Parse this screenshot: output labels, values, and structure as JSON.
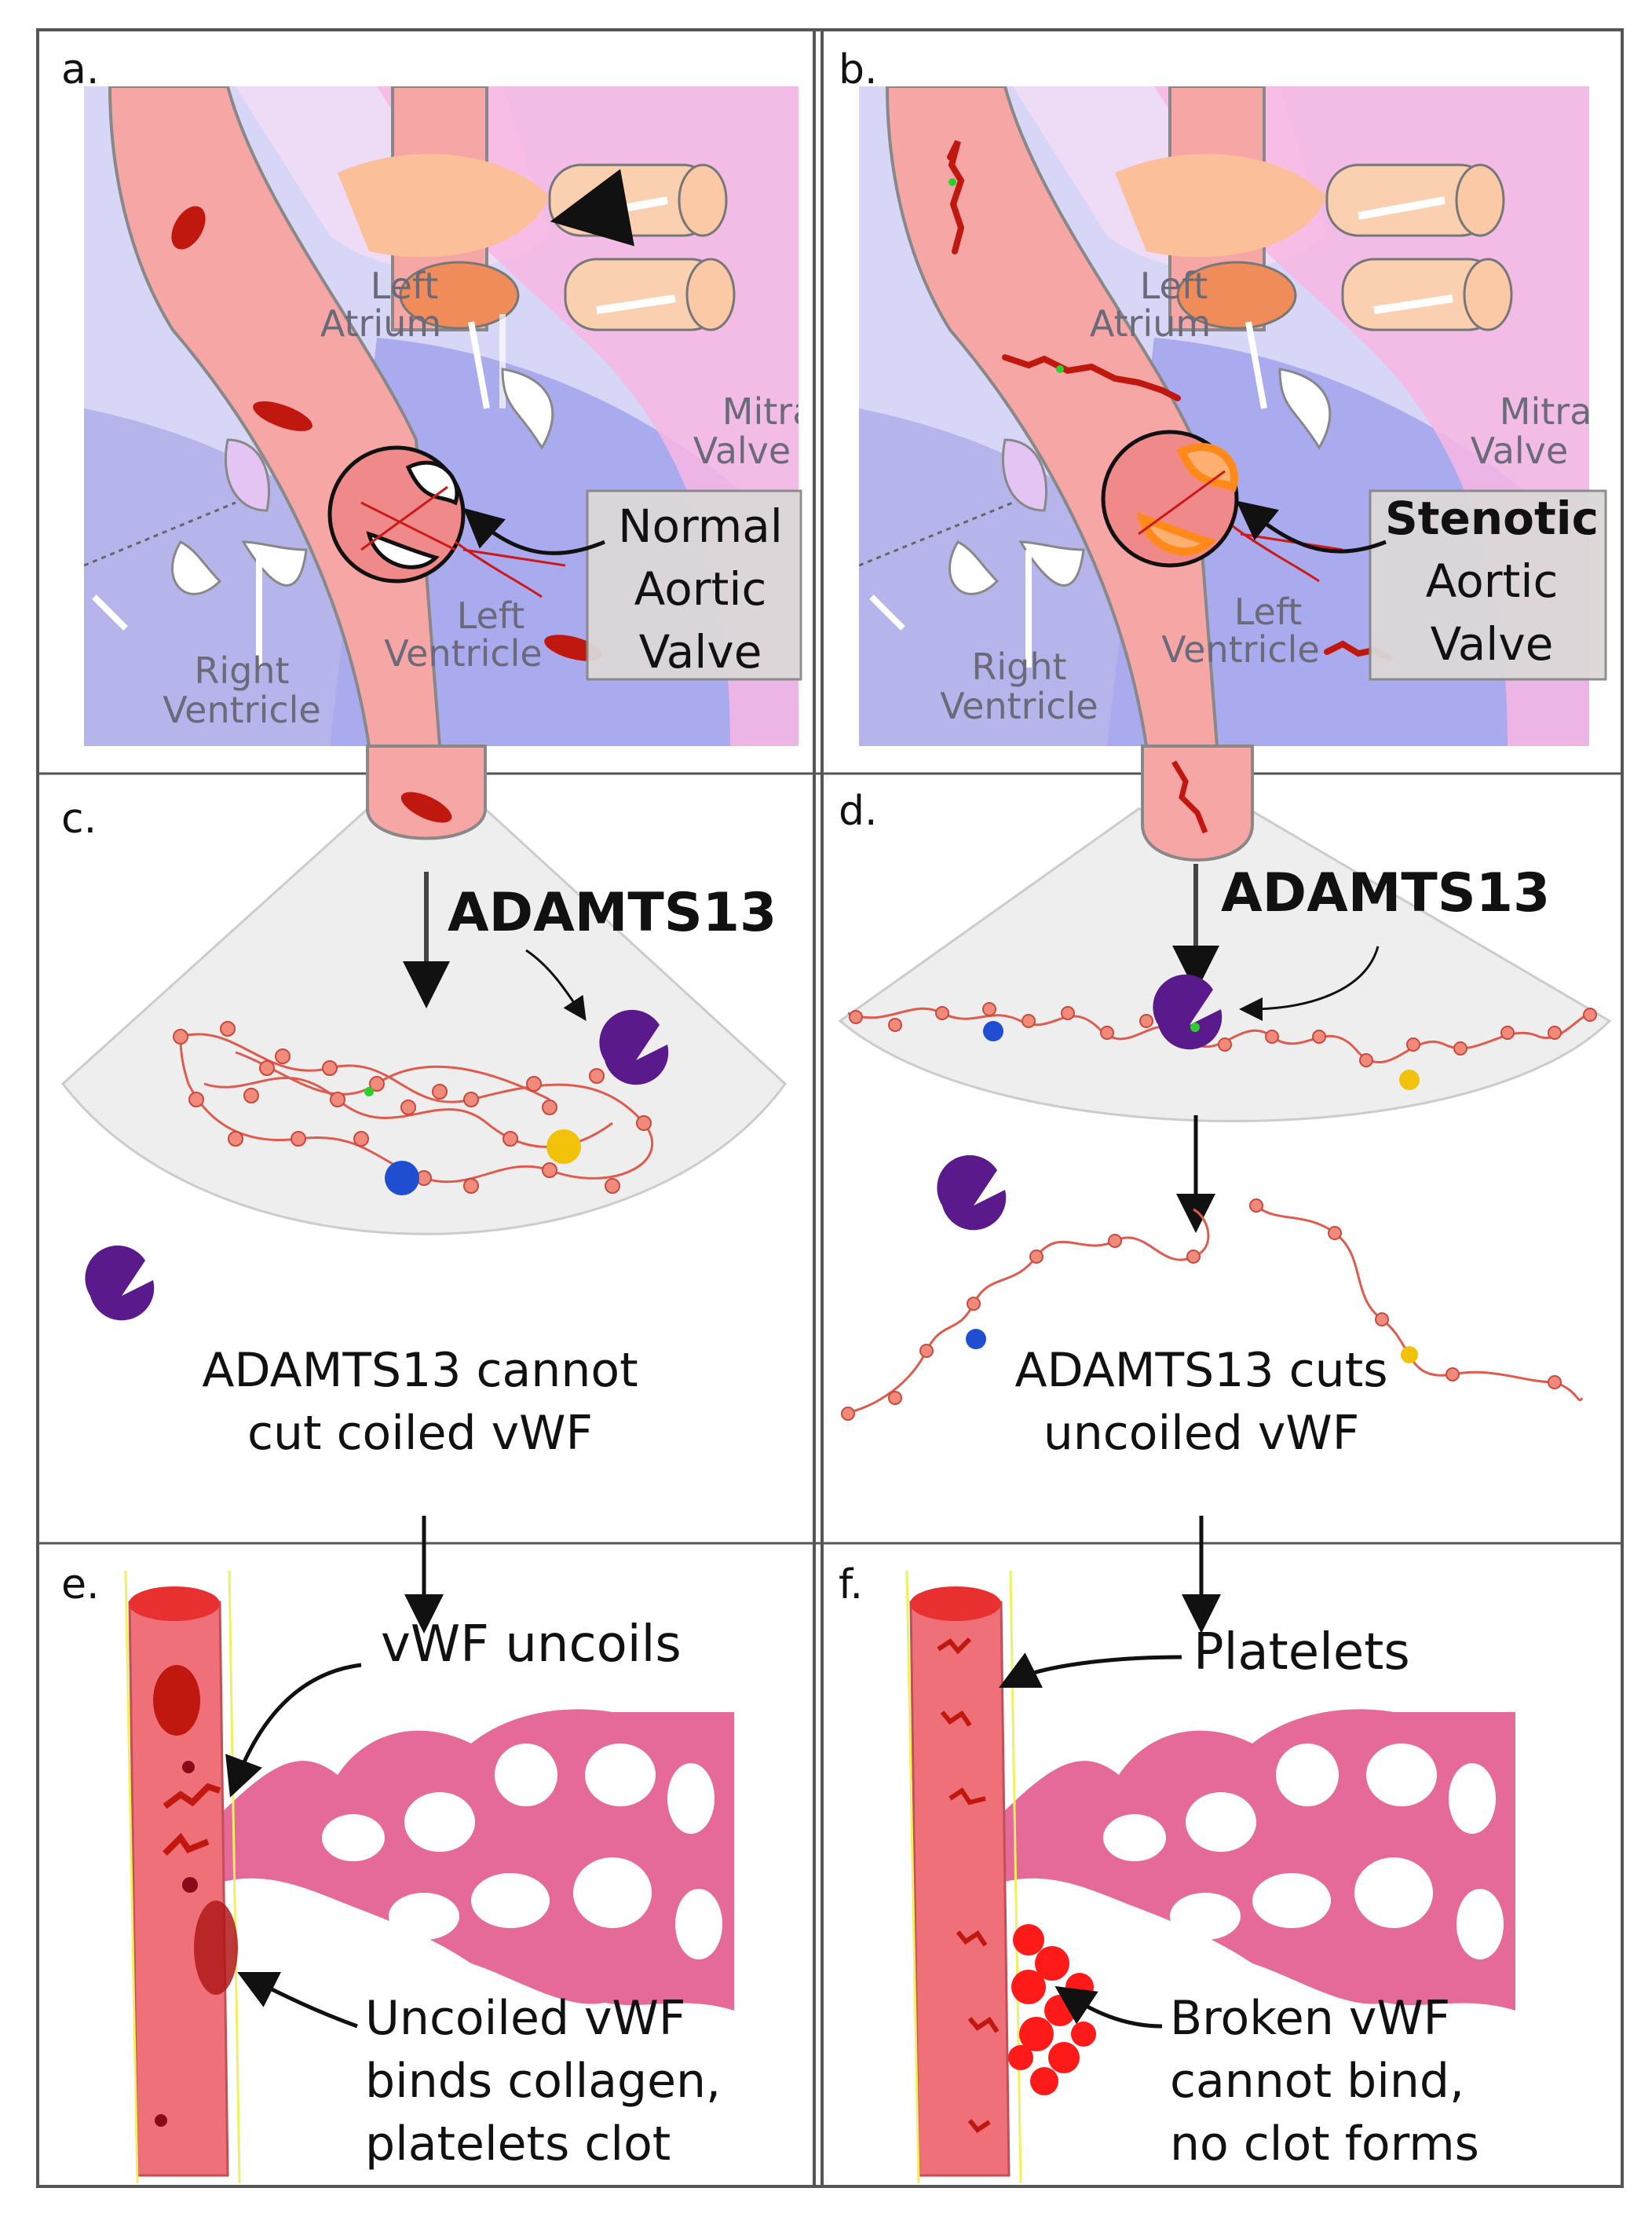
{
  "panels": {
    "a": {
      "letter": "a.",
      "labels": {
        "left_atrium_1": "Left",
        "left_atrium_2": "Atrium",
        "mitral_1": "Mitral",
        "mitral_2": "Valve",
        "right_ventricle_1": "Right",
        "right_ventricle_2": "Ventricle",
        "left_ventricle_1": "Left",
        "left_ventricle_2": "Ventricle"
      },
      "callout": [
        "Normal",
        "Aortic",
        "Valve"
      ]
    },
    "b": {
      "letter": "b.",
      "labels": {
        "left_atrium_1": "Left",
        "left_atrium_2": "Atrium",
        "mitral_1": "Mitral",
        "mitral_2": "Valve",
        "right_ventricle_1": "Right",
        "right_ventricle_2": "Ventricle",
        "left_ventricle_1": "Left",
        "left_ventricle_2": "Ventricle"
      },
      "callout": [
        "Stenotic",
        "Aortic",
        "Valve"
      ]
    },
    "c": {
      "letter": "c.",
      "enzyme_label": "ADAMTS13",
      "caption": [
        "ADAMTS13 cannot",
        "cut coiled vWF"
      ]
    },
    "d": {
      "letter": "d.",
      "enzyme_label": "ADAMTS13",
      "caption": [
        "ADAMTS13 cuts",
        "uncoiled vWF"
      ]
    },
    "e": {
      "letter": "e.",
      "top_label": "vWF uncoils",
      "bottom_label": [
        "Uncoiled vWF",
        "binds collagen,",
        "platelets clot"
      ]
    },
    "f": {
      "letter": "f.",
      "top_label": "Platelets",
      "bottom_label": [
        "Broken vWF",
        "cannot bind,",
        "no clot forms"
      ]
    }
  },
  "colors": {
    "blood": "#f4a3a3",
    "vessel_wall": "#ff6f7e",
    "vwf": "#c0180f",
    "adamts13": "#5a1a8c",
    "stenotic_valve": "#ff8a1a",
    "ventricle": "#b9b9ee",
    "atrium": "#f0c8f0"
  }
}
